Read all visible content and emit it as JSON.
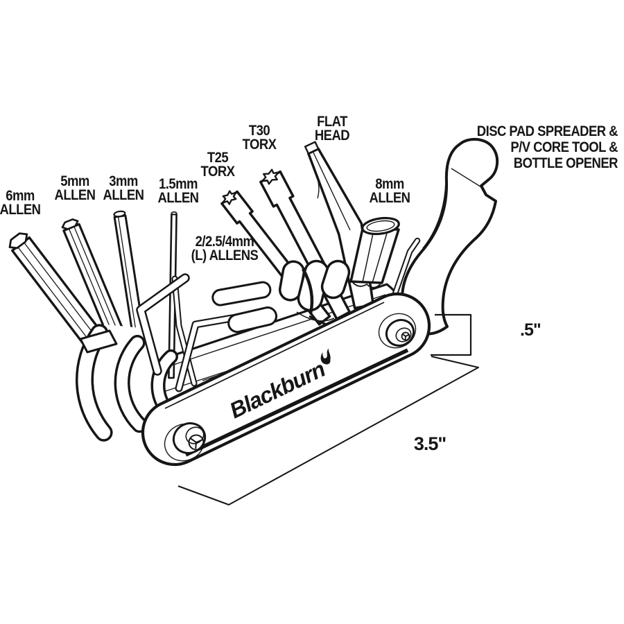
{
  "figure": {
    "type": "product-line-diagram",
    "subject": "folding bicycle multi-tool",
    "brand": "Blackburn",
    "ink_color": "#161616",
    "background_color": "#ffffff",
    "tool_labels": [
      {
        "id": "allen-6mm",
        "lines": [
          "6mm",
          "ALLEN"
        ]
      },
      {
        "id": "allen-5mm",
        "lines": [
          "5mm",
          "ALLEN"
        ]
      },
      {
        "id": "allen-3mm",
        "lines": [
          "3mm",
          "ALLEN"
        ]
      },
      {
        "id": "allen-1-5mm",
        "lines": [
          "1.5mm",
          "ALLEN"
        ]
      },
      {
        "id": "torx-t25",
        "lines": [
          "T25",
          "TORX"
        ]
      },
      {
        "id": "torx-t30",
        "lines": [
          "T30",
          "TORX"
        ]
      },
      {
        "id": "flat-head",
        "lines": [
          "FLAT",
          "HEAD"
        ]
      },
      {
        "id": "allen-8mm",
        "lines": [
          "8mm",
          "ALLEN"
        ]
      },
      {
        "id": "l-allens",
        "lines": [
          "2/2.5/4mm",
          "(L) ALLENS"
        ]
      },
      {
        "id": "combo-tools",
        "lines": [
          "DISC PAD SPREADER &",
          "P/V CORE TOOL &",
          "BOTTLE OPENER"
        ]
      }
    ],
    "dimensions": {
      "thickness": ".5\"",
      "length": "3.5\""
    }
  }
}
